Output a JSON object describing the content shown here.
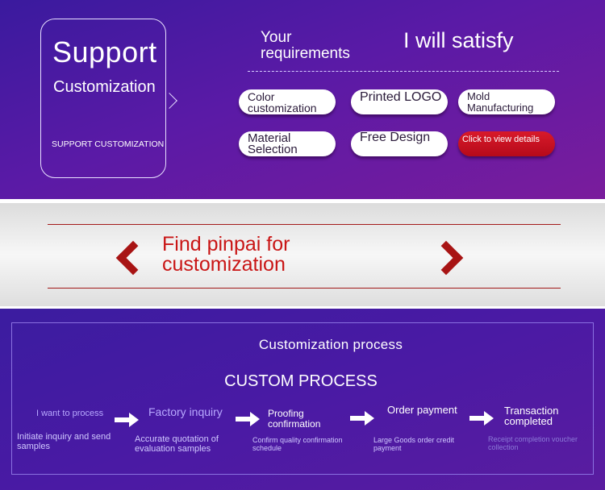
{
  "banner": {
    "bubble_title": "Support",
    "bubble_subtitle": "Customization",
    "bubble_caps": "SUPPORT CUSTOMIZATION",
    "requirements_line1": "Your",
    "requirements_line2": "requirements",
    "satisfy": "I will satisfy",
    "options": [
      {
        "line1": "Color",
        "line2": "customization"
      },
      {
        "line1": "Printed LOGO",
        "line2": ""
      },
      {
        "line1": "Mold",
        "line2": "Manufacturing"
      },
      {
        "line1": "Material",
        "line2": "Selection"
      },
      {
        "line1": "Free Design",
        "line2": ""
      }
    ],
    "details_button": "Click to view details"
  },
  "find": {
    "line1": "Find pinpai for",
    "line2": "customization"
  },
  "process": {
    "title": "Customization process",
    "caps_title": "CUSTOM PROCESS",
    "steps": [
      {
        "title": "I want to process",
        "desc_line1": "Initiate inquiry and send",
        "desc_line2": "samples"
      },
      {
        "title": "Factory inquiry",
        "desc_line1": "Accurate quotation of",
        "desc_line2": "evaluation samples"
      },
      {
        "title_line1": "Proofing",
        "title_line2": "confirmation",
        "desc_line1": "Confirm quality confirmation",
        "desc_line2": "schedule"
      },
      {
        "title": "Order payment",
        "desc_line1": "Large Goods order credit",
        "desc_line2": "payment"
      },
      {
        "title_line1": "Transaction",
        "title_line2": "completed",
        "desc_line1": "Receipt completion voucher",
        "desc_line2": "collection"
      }
    ]
  }
}
